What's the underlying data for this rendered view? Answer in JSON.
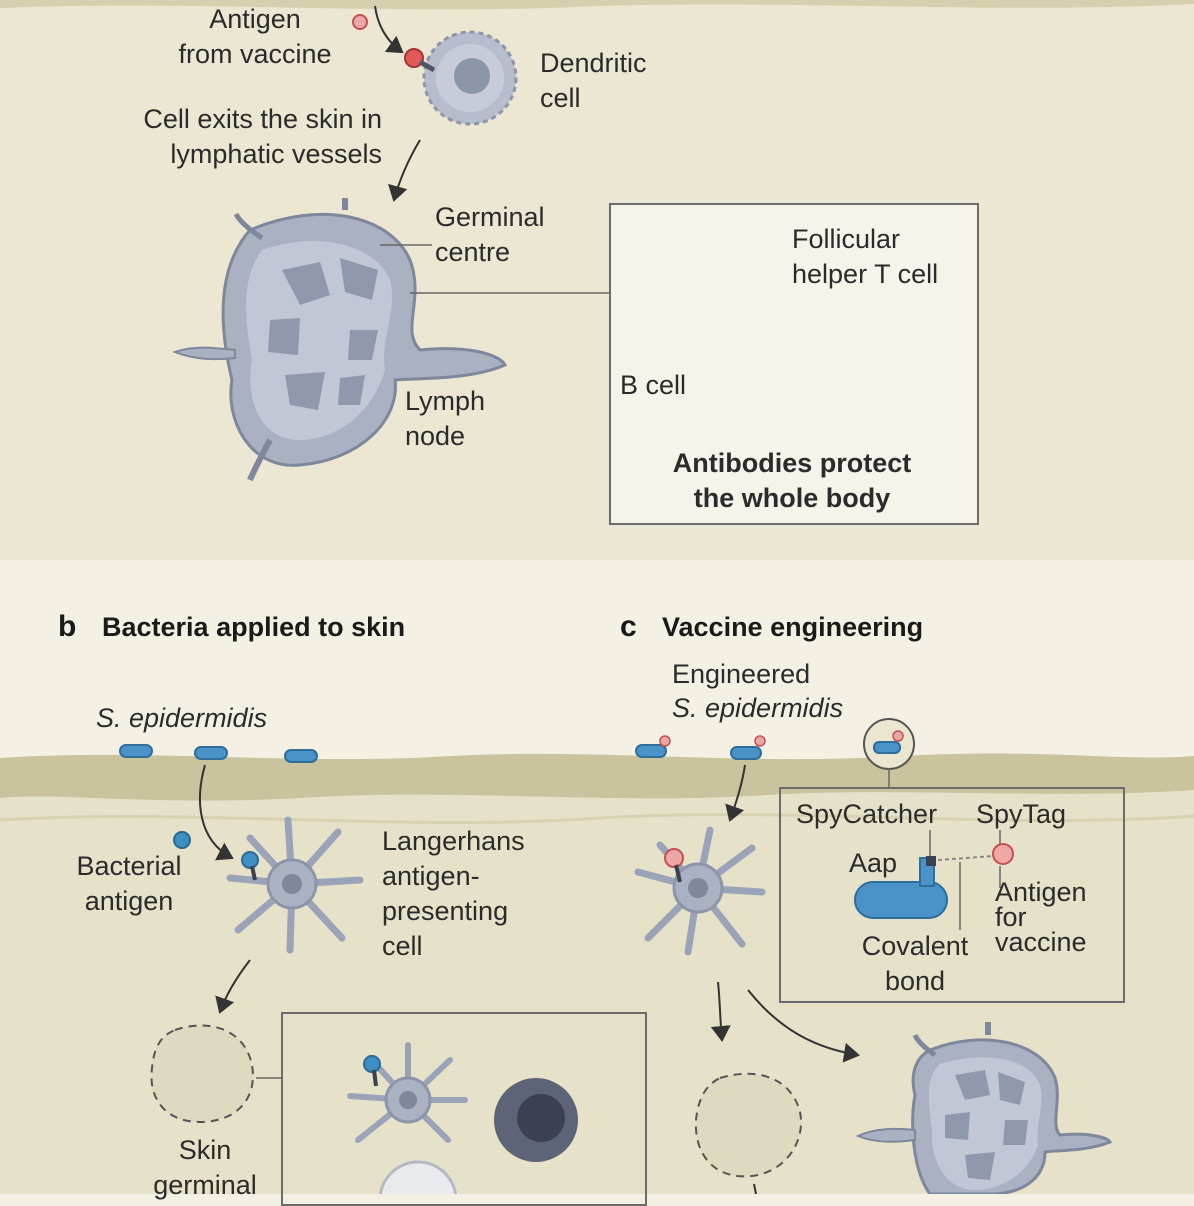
{
  "panel_a": {
    "antigen_label": "Antigen\nfrom vaccine",
    "dendritic_label": "Dendritic\ncell",
    "exit_label": "Cell exits the skin in\nlymphatic vessels",
    "germinal_label": "Germinal\ncentre",
    "lymph_label": "Lymph\nnode",
    "inset": {
      "tfh_label": "Follicular\nhelper T cell",
      "bcell_label": "B cell",
      "caption": "Antibodies protect\nthe whole body"
    }
  },
  "panel_b": {
    "letter": "b",
    "title": "Bacteria applied to skin",
    "species_label": "S. epidermidis",
    "antigen_label": "Bacterial\nantigen",
    "langerhans_label": "Langerhans\nantigen-\npresenting\ncell",
    "skin_germinal_label": "Skin\ngerminal"
  },
  "panel_c": {
    "letter": "c",
    "title": "Vaccine engineering",
    "engineered_label": "Engineered",
    "species_label": "S. epidermidis",
    "inset": {
      "spycatcher_label": "SpyCatcher",
      "spytag_label": "SpyTag",
      "aap_label": "Aap",
      "antigen_label": "Antigen\nfor\nvaccine",
      "bond_label": "Covalent\nbond"
    }
  },
  "colors": {
    "background": "#f4f1e4",
    "skin_band": "#cfc9a4",
    "dermis": "#e4dfc8",
    "cell_blue_grey": "#9aa3b8",
    "t_cell": "#4f5668",
    "bacterium": "#4a93c9",
    "antigen_red": "#e05a5a",
    "antigen_blue": "#3f8fc4",
    "inset_border": "#6b6b6b"
  }
}
